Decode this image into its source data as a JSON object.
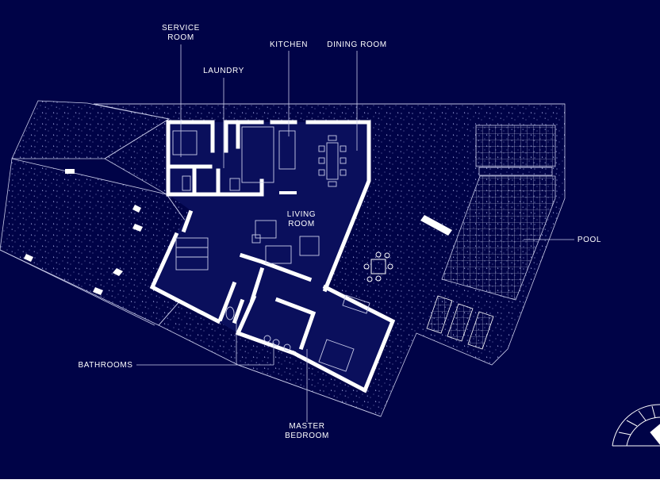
{
  "labels": {
    "service_room_1": "SERVICE",
    "service_room_2": "ROOM",
    "laundry": "LAUNDRY",
    "kitchen": "KITCHEN",
    "dining_room": "DINING ROOM",
    "living_room_1": "LIVING",
    "living_room_2": "ROOM",
    "pool": "POOL",
    "bathrooms": "BATHROOMS",
    "master_bedroom_1": "MASTER",
    "master_bedroom_2": "BEDROOM"
  },
  "colors": {
    "background": "#000347",
    "walls": "#ffffff",
    "lines": "#c8cbe8"
  }
}
